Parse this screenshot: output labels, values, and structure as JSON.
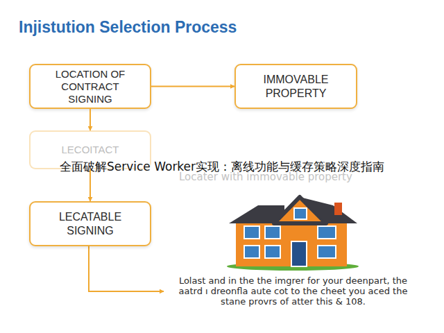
{
  "diagram": {
    "title": "Injistution Selection Process",
    "nodes": [
      {
        "text": [
          "LOCATION OF CONTRACT SIGNING"
        ]
      },
      {
        "text": [
          "IMMOVABLE PROPERTY"
        ]
      },
      {
        "text": [
          "LECOITACT"
        ]
      },
      {
        "text": [
          "LECATABLE SIGNING"
        ]
      }
    ],
    "edges": [
      {
        "from": 0,
        "to": 1,
        "arrow": "to"
      },
      {
        "from": 0,
        "to": 2,
        "arrow": "to"
      },
      {
        "from": 2,
        "to": 3,
        "arrow": "to"
      }
    ],
    "labels": [
      "全面破解Service Worker实现：离线功能与缓存策略深度指南",
      "Locater with immovable property",
      "Lolast and in the the imgrer for your deenpart, the aatrd ı dreonfla aute cot to the cheet you aced the stane provrs of atter this & 108."
    ]
  }
}
